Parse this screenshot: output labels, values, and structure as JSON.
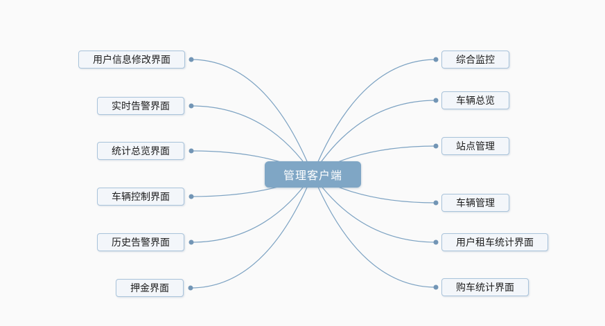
{
  "diagram": {
    "type": "mindmap",
    "center": {
      "label": "管理客户端"
    },
    "left_nodes": [
      {
        "label": "用户信息修改界面"
      },
      {
        "label": "实时告警界面"
      },
      {
        "label": "统计总览界面"
      },
      {
        "label": "车辆控制界面"
      },
      {
        "label": "历史告警界面"
      },
      {
        "label": "押金界面"
      }
    ],
    "right_nodes": [
      {
        "label": "综合监控"
      },
      {
        "label": "车辆总览"
      },
      {
        "label": "站点管理"
      },
      {
        "label": "车辆管理"
      },
      {
        "label": "用户租车统计界面"
      },
      {
        "label": "购车统计界面"
      }
    ]
  },
  "colors": {
    "background": "#fafafa",
    "center_fill": "#7fa6c5",
    "center_text": "#ffffff",
    "node_fill": "#f3f6fa",
    "node_border": "#a9c3da",
    "node_text": "#1c1c1c",
    "connector": "#7ca2c2",
    "dot": "#7295b5"
  }
}
